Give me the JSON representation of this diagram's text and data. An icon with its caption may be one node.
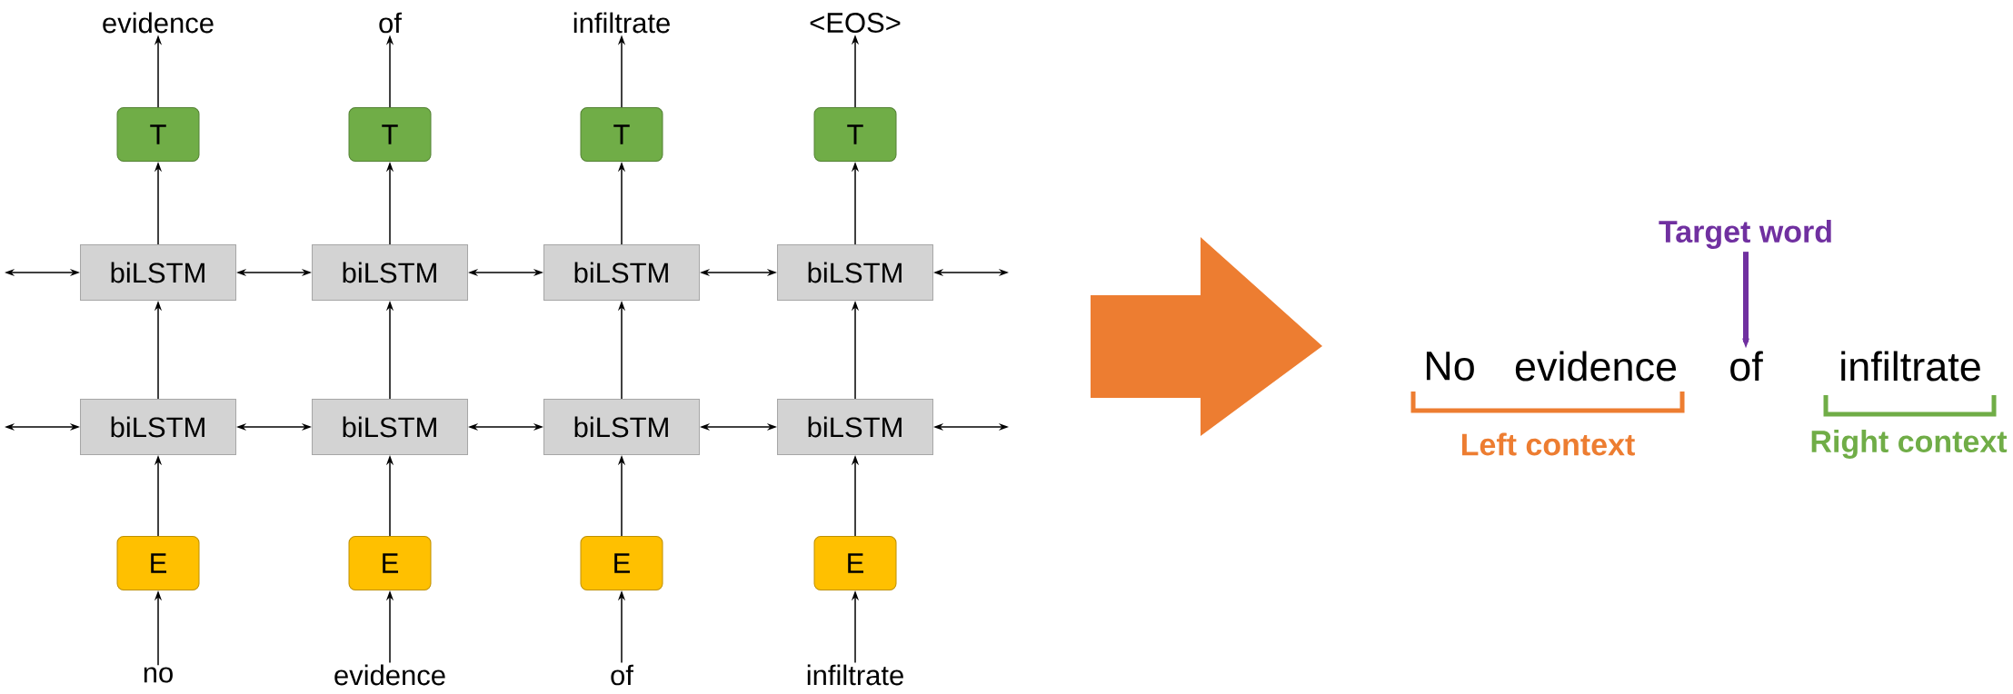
{
  "diagram": {
    "nodes": [
      {
        "text": [
          "evidence"
        ]
      },
      {
        "text": [
          "of"
        ]
      },
      {
        "text": [
          "infiltrate"
        ]
      },
      {
        "text": [
          "<EOS>"
        ]
      },
      {
        "text": [
          "T"
        ]
      },
      {
        "text": [
          "T"
        ]
      },
      {
        "text": [
          "T"
        ]
      },
      {
        "text": [
          "T"
        ]
      },
      {
        "text": [
          "biLSTM"
        ]
      },
      {
        "text": [
          "biLSTM"
        ]
      },
      {
        "text": [
          "biLSTM"
        ]
      },
      {
        "text": [
          "biLSTM"
        ]
      },
      {
        "text": [
          "biLSTM"
        ]
      },
      {
        "text": [
          "biLSTM"
        ]
      },
      {
        "text": [
          "biLSTM"
        ]
      },
      {
        "text": [
          "biLSTM"
        ]
      },
      {
        "text": [
          "E"
        ]
      },
      {
        "text": [
          "E"
        ]
      },
      {
        "text": [
          "E"
        ]
      },
      {
        "text": [
          "E"
        ]
      },
      {
        "text": [
          "no"
        ]
      },
      {
        "text": [
          "evidence"
        ]
      },
      {
        "text": [
          "of"
        ]
      },
      {
        "text": [
          "infiltrate"
        ]
      },
      {
        "text": [
          "Target word"
        ]
      },
      {
        "text": [
          "of"
        ]
      }
    ],
    "edges": [
      {
        "from": 20,
        "to": 16,
        "arrow": "to"
      },
      {
        "from": 16,
        "to": 12,
        "arrow": "to"
      },
      {
        "from": 12,
        "to": 8,
        "arrow": "to"
      },
      {
        "from": 8,
        "to": 4,
        "arrow": "to"
      },
      {
        "from": 4,
        "to": 0,
        "arrow": "to"
      },
      {
        "from": 21,
        "to": 17,
        "arrow": "to"
      },
      {
        "from": 17,
        "to": 13,
        "arrow": "to"
      },
      {
        "from": 13,
        "to": 9,
        "arrow": "to"
      },
      {
        "from": 9,
        "to": 5,
        "arrow": "to"
      },
      {
        "from": 5,
        "to": 1,
        "arrow": "to"
      },
      {
        "from": 22,
        "to": 18,
        "arrow": "to"
      },
      {
        "from": 18,
        "to": 14,
        "arrow": "to"
      },
      {
        "from": 14,
        "to": 10,
        "arrow": "to"
      },
      {
        "from": 10,
        "to": 6,
        "arrow": "to"
      },
      {
        "from": 6,
        "to": 2,
        "arrow": "to"
      },
      {
        "from": 23,
        "to": 19,
        "arrow": "to"
      },
      {
        "from": 19,
        "to": 15,
        "arrow": "to"
      },
      {
        "from": 15,
        "to": 11,
        "arrow": "to"
      },
      {
        "from": 11,
        "to": 7,
        "arrow": "to"
      },
      {
        "from": 7,
        "to": 3,
        "arrow": "to"
      },
      {
        "from": null,
        "to": 8,
        "arrow": "both"
      },
      {
        "from": 8,
        "to": 9,
        "arrow": "both"
      },
      {
        "from": 9,
        "to": 10,
        "arrow": "both"
      },
      {
        "from": 10,
        "to": 11,
        "arrow": "both"
      },
      {
        "from": 11,
        "to": null,
        "arrow": "both"
      },
      {
        "from": null,
        "to": 12,
        "arrow": "both"
      },
      {
        "from": 12,
        "to": 13,
        "arrow": "both"
      },
      {
        "from": 13,
        "to": 14,
        "arrow": "both"
      },
      {
        "from": 14,
        "to": 15,
        "arrow": "both"
      },
      {
        "from": 15,
        "to": null,
        "arrow": "both"
      },
      {
        "from": 24,
        "to": 25,
        "arrow": "to",
        "style": "thick",
        "color": "#7030a0"
      }
    ],
    "labels": [
      "No",
      "evidence",
      "infiltrate",
      "Left context",
      "Right context"
    ]
  }
}
